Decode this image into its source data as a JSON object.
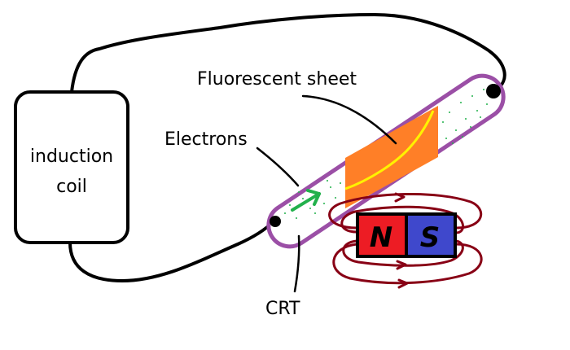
{
  "labels": {
    "induction_coil_line1": "induction",
    "induction_coil_line2": "coil",
    "fluorescent_sheet": "Fluorescent sheet",
    "electrons": "Electrons",
    "crt": "CRT",
    "north_pole": "N",
    "south_pole": "S"
  },
  "colors": {
    "wire": "#000000",
    "tube_outline": "#9b4fa6",
    "fluorescent_sheet": "#ff7f27",
    "beam_trace": "#fff200",
    "electron_arrow": "#22b14c",
    "electron_dots": "#22b14c",
    "north_pole": "#ed1c24",
    "south_pole": "#3f48cc",
    "field_lines": "#880015"
  }
}
